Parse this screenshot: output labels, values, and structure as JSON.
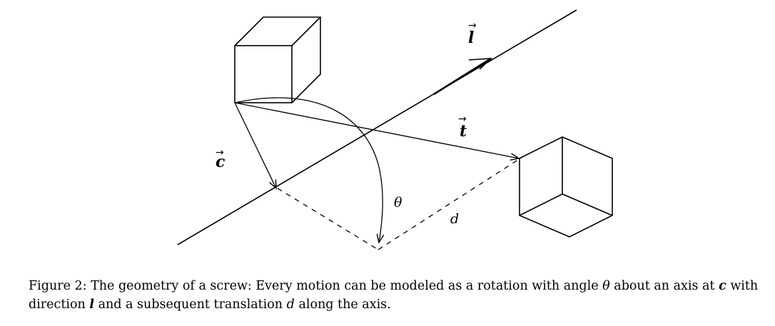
{
  "diagram": {
    "labels": {
      "direction": "l",
      "translation_vector": "t",
      "center": "c",
      "angle": "θ",
      "distance": "d"
    }
  },
  "caption": {
    "label": "Figure 2:",
    "text_1": "The geometry of a screw: Every motion can be modeled as a rotation with angle",
    "sym_theta": "θ",
    "text_2": "about an axis at",
    "sym_c": "c",
    "text_3": "with direction",
    "sym_l": "l",
    "text_4": "and a subsequent translation",
    "sym_d": "d",
    "text_5": "along the axis."
  }
}
